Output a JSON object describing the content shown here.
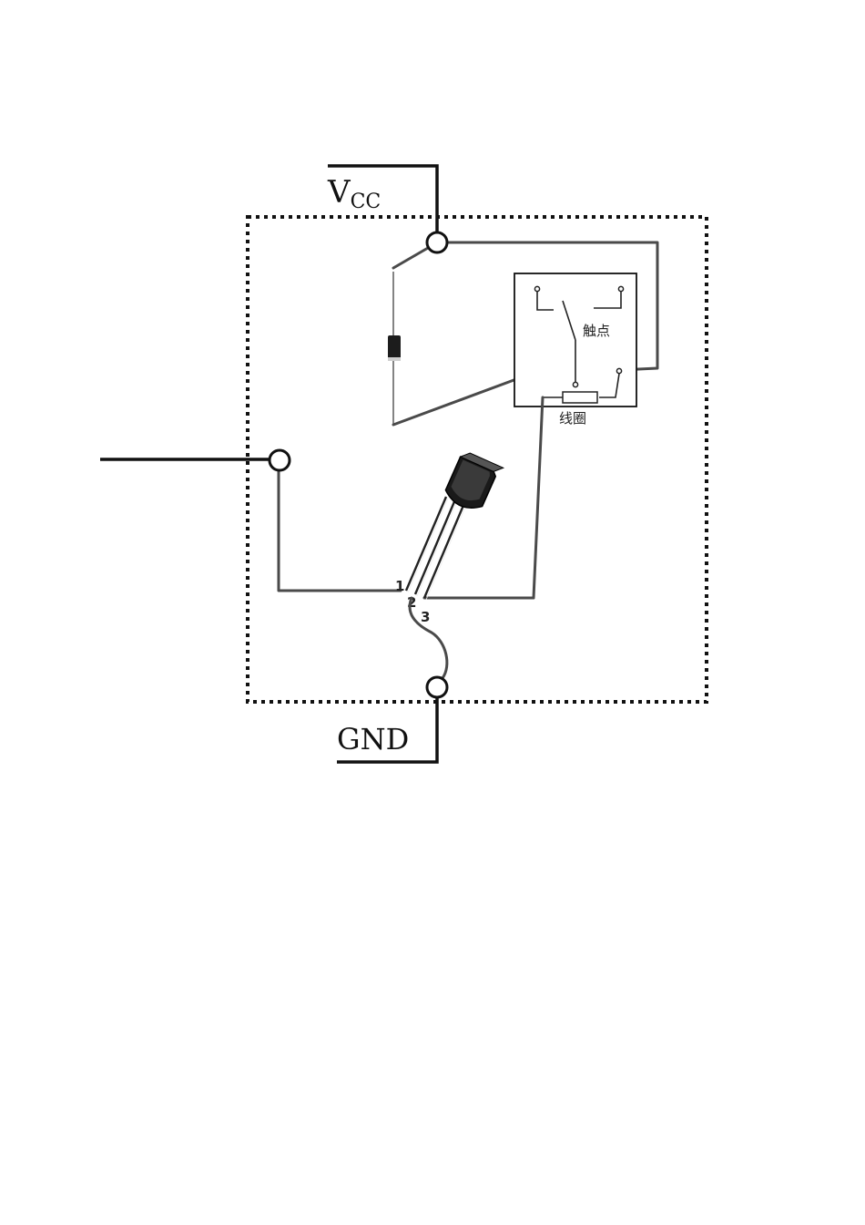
{
  "labels": {
    "vcc_main": "V",
    "vcc_sub": "CC",
    "gnd": "GND",
    "contact": "触点",
    "coil": "线圈",
    "pin1": "1",
    "pin2": "2",
    "pin3": "3"
  }
}
